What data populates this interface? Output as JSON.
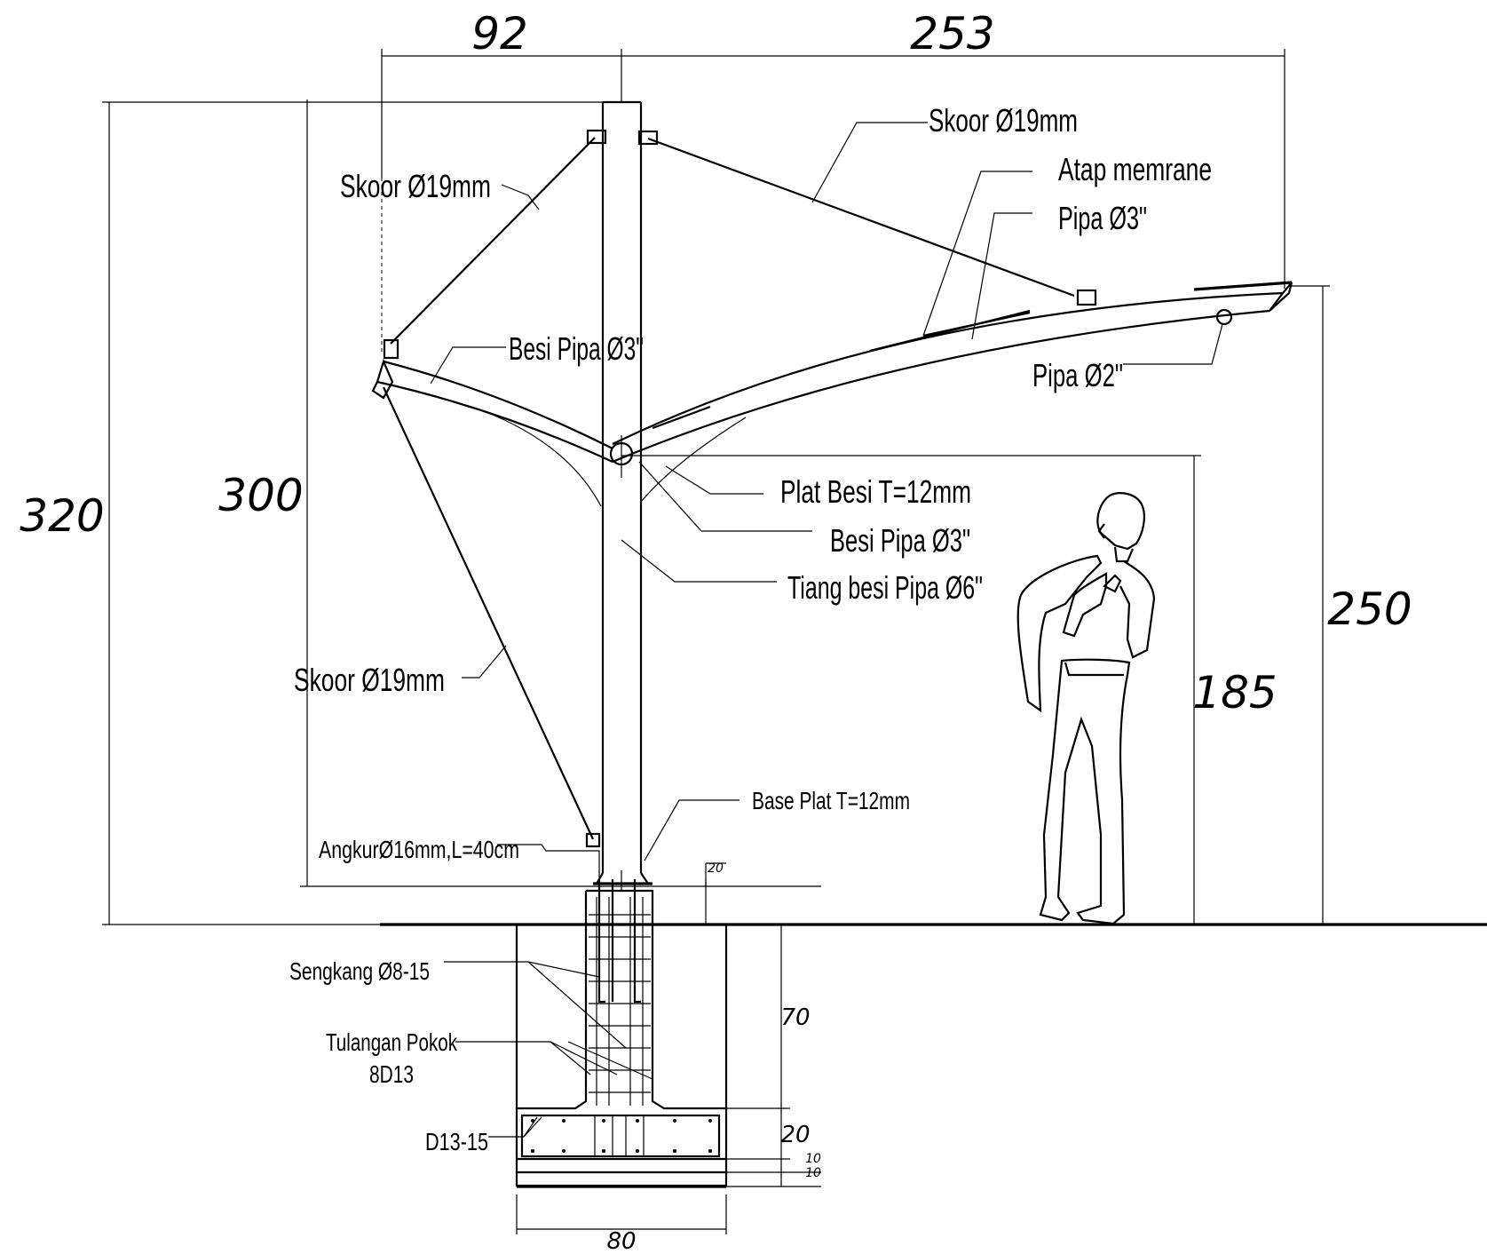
{
  "dimensions": {
    "top_left": "92",
    "top_right": "253",
    "overall_height": "320",
    "pole_height": "300",
    "tip_height": "250",
    "person_height": "185",
    "pedestal_small": "20",
    "footing_depth": "70",
    "footing_slab": "20",
    "footing_layer_1": "10",
    "footing_layer_2": "10",
    "footing_width": "80"
  },
  "labels": {
    "skoor_top_right": "Skoor Ø19mm",
    "atap_memrane": "Atap memrane",
    "pipa_3_roof": "Pipa Ø3\"",
    "skoor_top_left": "Skoor Ø19mm",
    "besi_pipa_arm": "Besi Pipa Ø3\"",
    "pipa_2": "Pipa Ø2\"",
    "plat_besi": "Plat Besi T=12mm",
    "besi_pipa_joint": "Besi Pipa Ø3\"",
    "tiang_besi": "Tiang besi Pipa Ø6\"",
    "skoor_lower_left": "Skoor Ø19mm",
    "base_plat": "Base Plat T=12mm",
    "angkur": "AngkurØ16mm,L=40cm",
    "sengkang": "Sengkang Ø8-15",
    "tulangan_line1": "Tulangan Pokok",
    "tulangan_line2": "8D13",
    "d13": "D13-15"
  }
}
